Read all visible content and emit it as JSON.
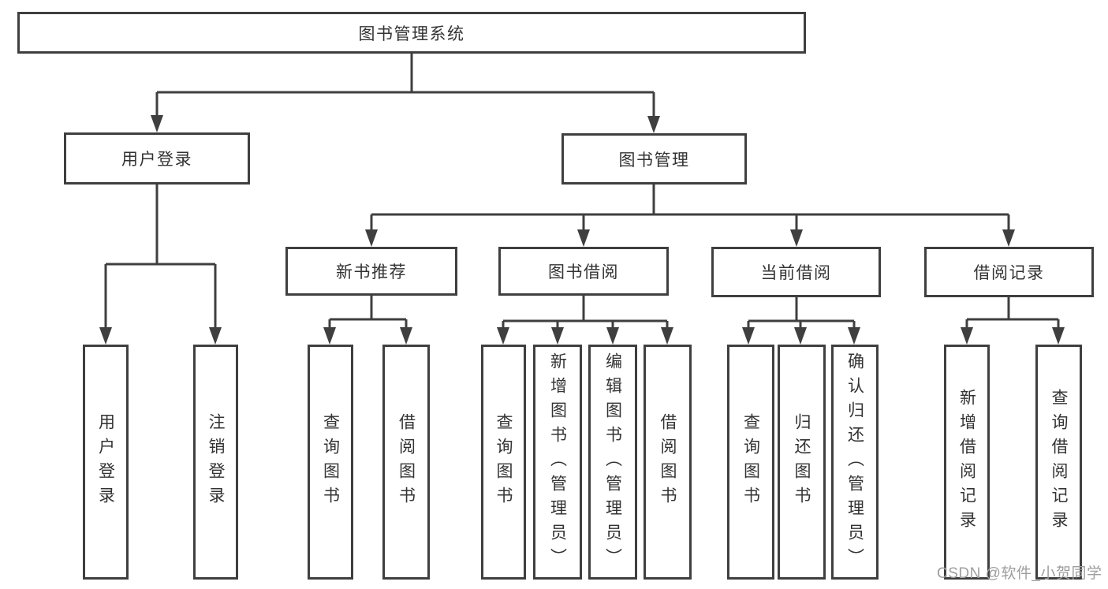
{
  "colors": {
    "line": "#3f3f3f",
    "box_border": "#3f3f3f",
    "text": "#333333",
    "background": "#ffffff",
    "watermark_text": "#9e9e9e"
  },
  "watermark": "CSDN @软件_小贺同学",
  "tree": {
    "root": "图书管理系统",
    "branches": [
      {
        "label": "用户登录",
        "children": [
          "用户登录",
          "注销登录"
        ]
      },
      {
        "label": "图书管理",
        "groups": [
          {
            "label": "新书推荐",
            "children": [
              "查询图书",
              "借阅图书"
            ]
          },
          {
            "label": "图书借阅",
            "children": [
              "查询图书",
              "新增图书（管理员）",
              "编辑图书（管理员）",
              "借阅图书"
            ]
          },
          {
            "label": "当前借阅",
            "children": [
              "查询图书",
              "归还图书",
              "确认归还（管理员）"
            ]
          },
          {
            "label": "借阅记录",
            "children": [
              "新增借阅记录",
              "查询借阅记录"
            ]
          }
        ]
      }
    ]
  }
}
